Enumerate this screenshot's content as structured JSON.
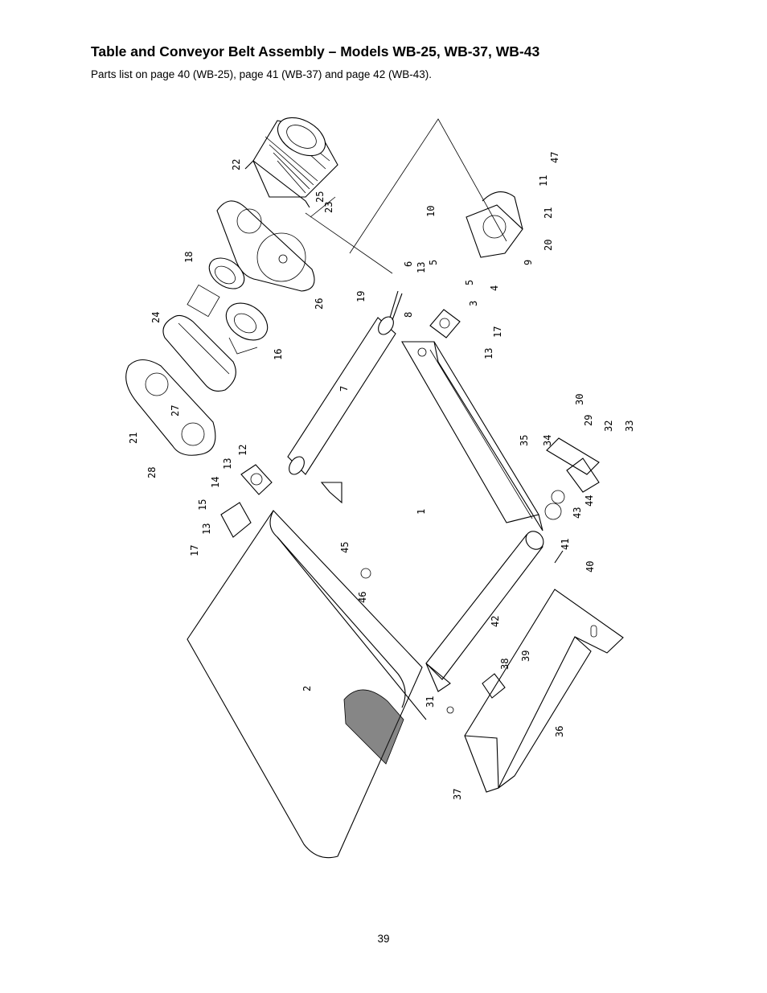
{
  "header": {
    "title": "Table and Conveyor Belt Assembly – Models WB-25, WB-37, WB-43",
    "subtitle": "Parts list on page 40 (WB-25), page 41 (WB-37) and page 42 (WB-43)."
  },
  "diagram": {
    "part_labels": [
      "1",
      "2",
      "3",
      "4",
      "5",
      "5",
      "6",
      "7",
      "8",
      "9",
      "10",
      "11",
      "12",
      "13",
      "13",
      "13",
      "13",
      "14",
      "15",
      "16",
      "17",
      "17",
      "18",
      "19",
      "20",
      "21",
      "21",
      "22",
      "23",
      "24",
      "25",
      "26",
      "27",
      "28",
      "29",
      "30",
      "31",
      "32",
      "33",
      "34",
      "35",
      "36",
      "37",
      "38",
      "39",
      "40",
      "41",
      "42",
      "43",
      "44",
      "45",
      "46",
      "47"
    ]
  },
  "footer": {
    "page_number": "39"
  }
}
